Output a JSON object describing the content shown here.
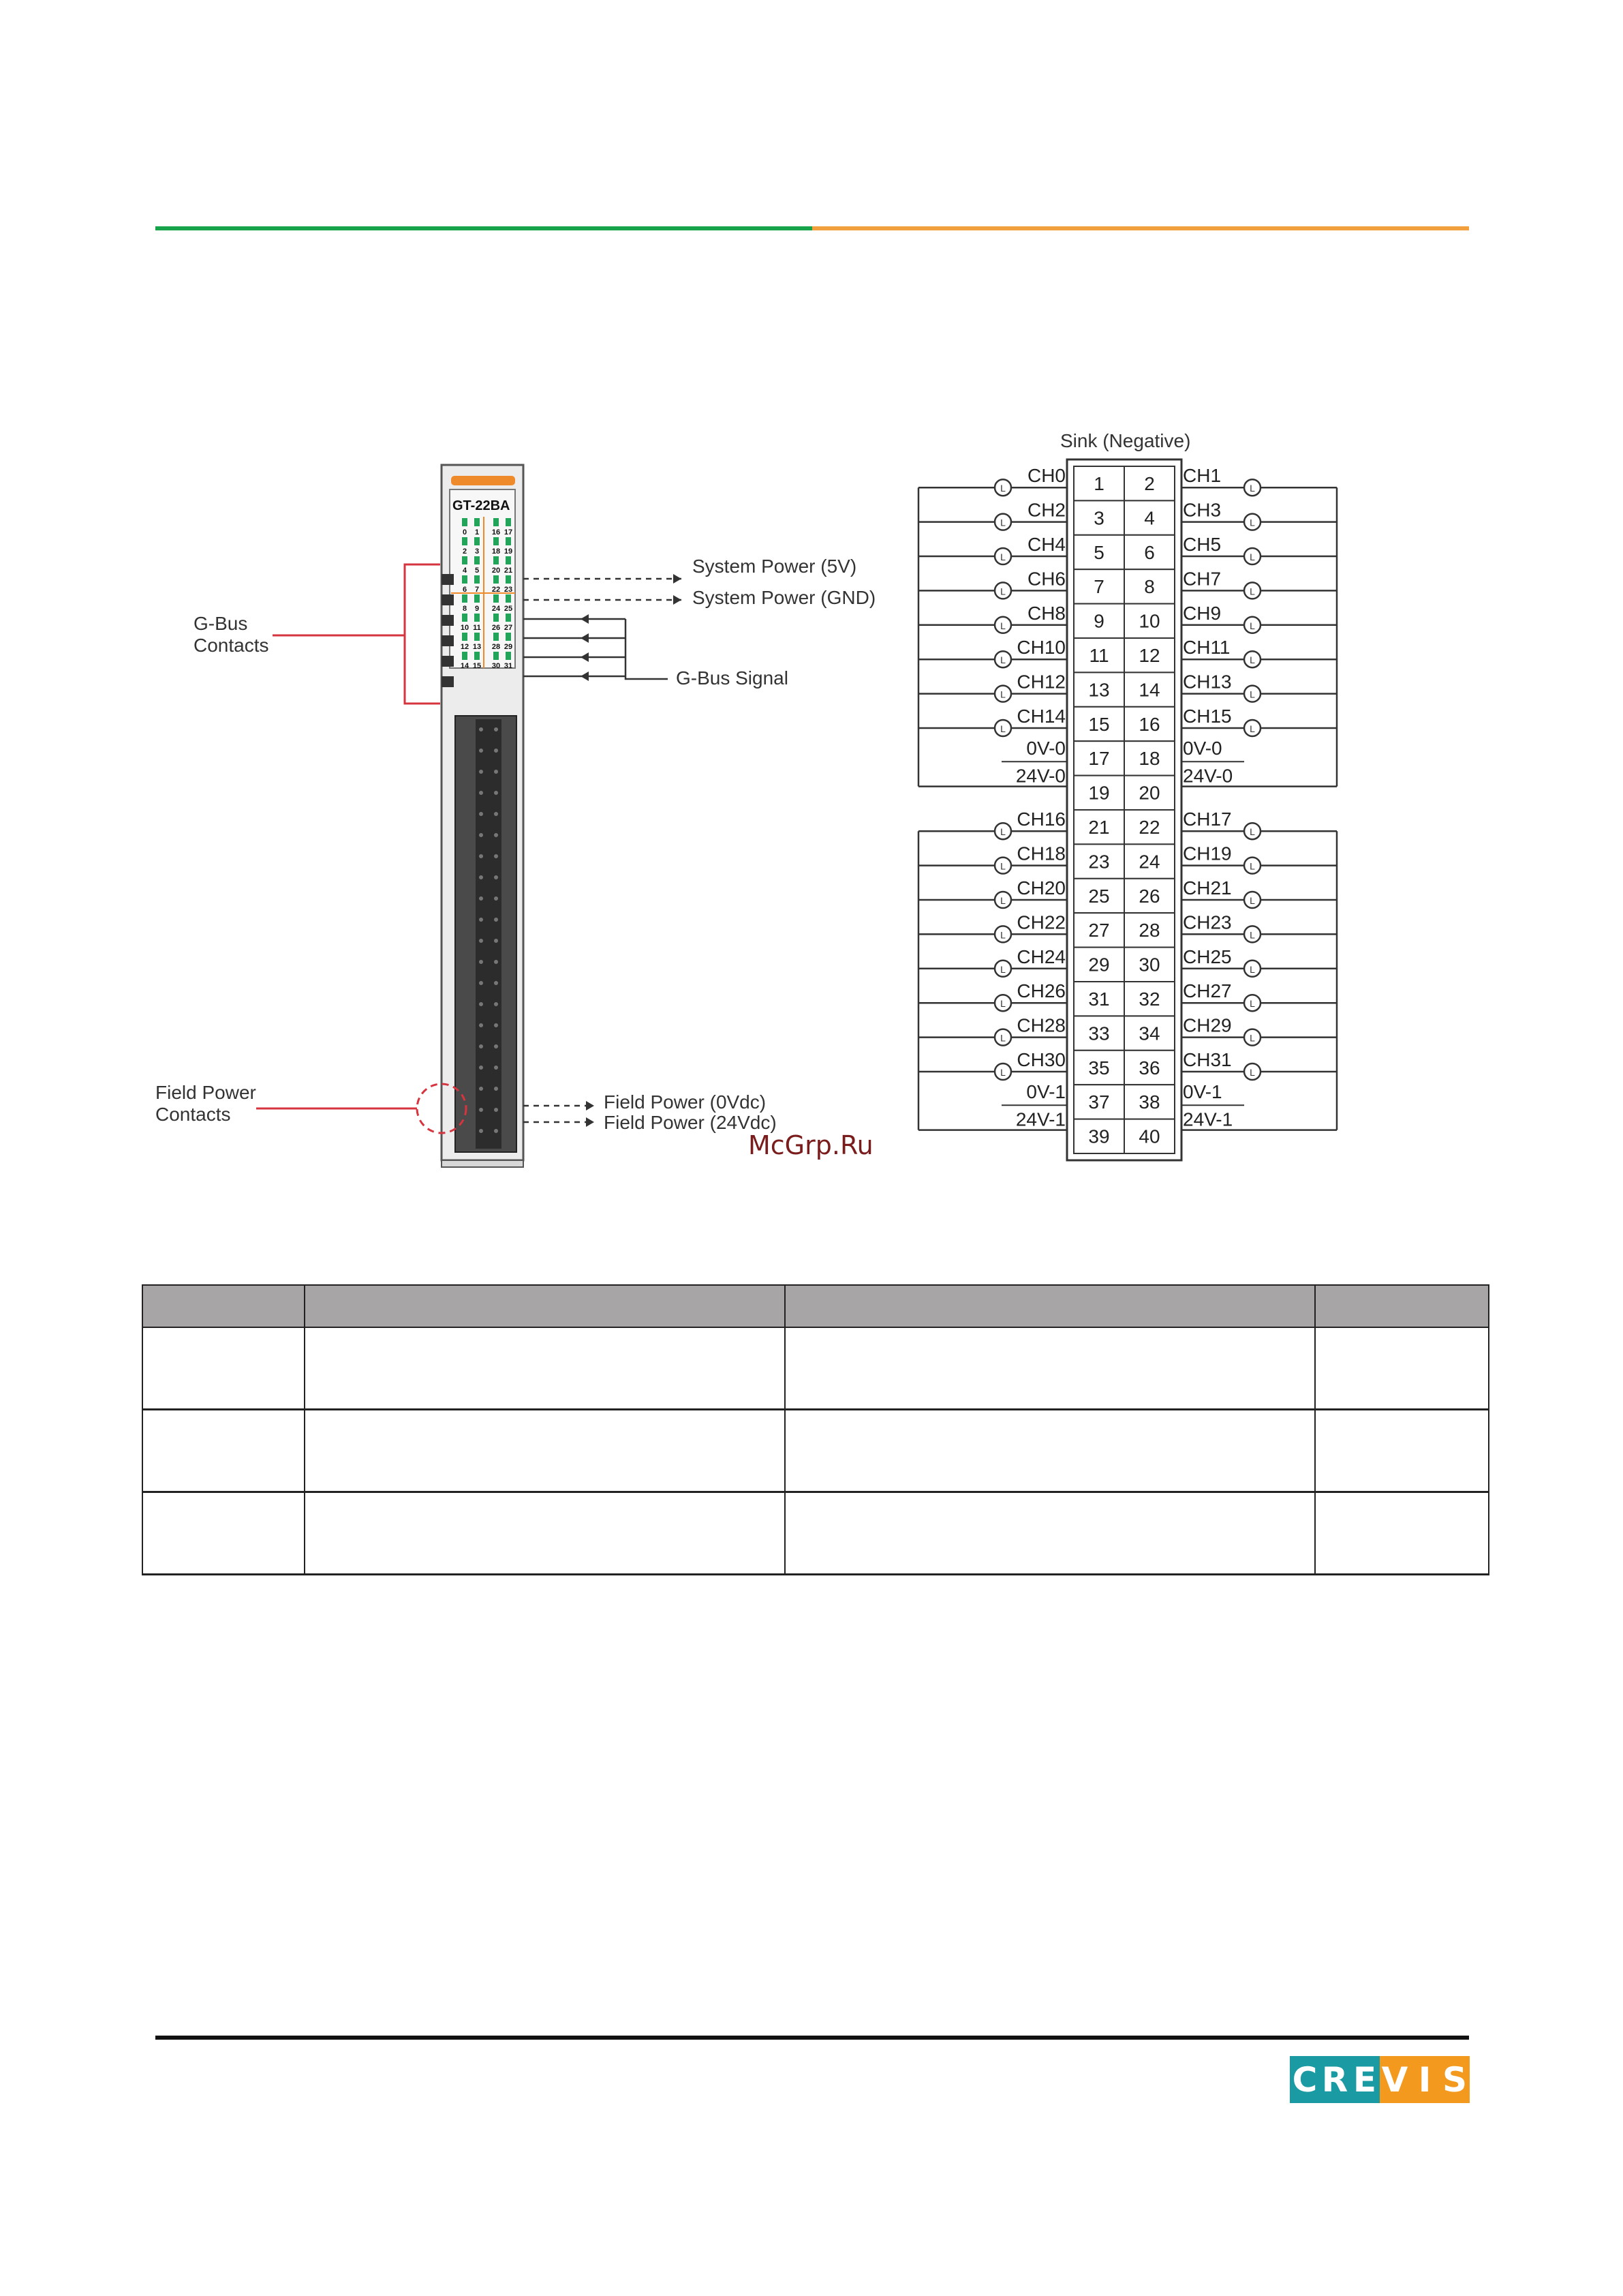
{
  "colors": {
    "rule_green": "#16a34a",
    "rule_orange": "#f2a03d",
    "logo_teal": "#1a9aa2",
    "logo_orange": "#f39a1e",
    "table_header": "#a7a5a5",
    "callout_red": "#d6343e",
    "led_green": "#22a55b",
    "module_orange": "#ee8a2a"
  },
  "watermark": "McGrp.Ru",
  "logo": {
    "letters": [
      "C",
      "R",
      "E",
      "V",
      "I",
      "S"
    ]
  },
  "module": {
    "model": "GT-22BA",
    "led_rows": [
      [
        "0",
        "1",
        "16",
        "17"
      ],
      [
        "2",
        "3",
        "18",
        "19"
      ],
      [
        "4",
        "5",
        "20",
        "21"
      ],
      [
        "6",
        "7",
        "22",
        "23"
      ],
      [
        "8",
        "9",
        "24",
        "25"
      ],
      [
        "10",
        "11",
        "26",
        "27"
      ],
      [
        "12",
        "13",
        "28",
        "29"
      ],
      [
        "14",
        "15",
        "30",
        "31"
      ]
    ],
    "gbus_contacts": [
      "G-Bus",
      "Contacts"
    ],
    "field_power_contacts": [
      "Field Power",
      "Contacts"
    ],
    "system_power_5v": "System Power (5V)",
    "system_power_gnd": "System Power (GND)",
    "gbus_signal": "G-Bus Signal",
    "field_power_0v": "Field Power (0Vdc)",
    "field_power_24v": "Field Power (24Vdc)"
  },
  "wiring": {
    "title": "Sink (Negative)",
    "load_symbol": "L",
    "pin_rows": [
      [
        "1",
        "2"
      ],
      [
        "3",
        "4"
      ],
      [
        "5",
        "6"
      ],
      [
        "7",
        "8"
      ],
      [
        "9",
        "10"
      ],
      [
        "11",
        "12"
      ],
      [
        "13",
        "14"
      ],
      [
        "15",
        "16"
      ],
      [
        "17",
        "18"
      ],
      [
        "19",
        "20"
      ],
      [
        "21",
        "22"
      ],
      [
        "23",
        "24"
      ],
      [
        "25",
        "26"
      ],
      [
        "27",
        "28"
      ],
      [
        "29",
        "30"
      ],
      [
        "31",
        "32"
      ],
      [
        "33",
        "34"
      ],
      [
        "35",
        "36"
      ],
      [
        "37",
        "38"
      ],
      [
        "39",
        "40"
      ]
    ],
    "group0": {
      "left_channels": [
        "CH0",
        "CH2",
        "CH4",
        "CH6",
        "CH8",
        "CH10",
        "CH12",
        "CH14"
      ],
      "right_channels": [
        "CH1",
        "CH3",
        "CH5",
        "CH7",
        "CH9",
        "CH11",
        "CH13",
        "CH15"
      ],
      "zero_v": "0V-0",
      "supply": "24V-0"
    },
    "group1": {
      "left_channels": [
        "CH16",
        "CH18",
        "CH20",
        "CH22",
        "CH24",
        "CH26",
        "CH28",
        "CH30"
      ],
      "right_channels": [
        "CH17",
        "CH19",
        "CH21",
        "CH23",
        "CH25",
        "CH27",
        "CH29",
        "CH31"
      ],
      "zero_v": "0V-1",
      "supply": "24V-1"
    }
  },
  "table": {
    "columns": 4,
    "rows": 3
  }
}
